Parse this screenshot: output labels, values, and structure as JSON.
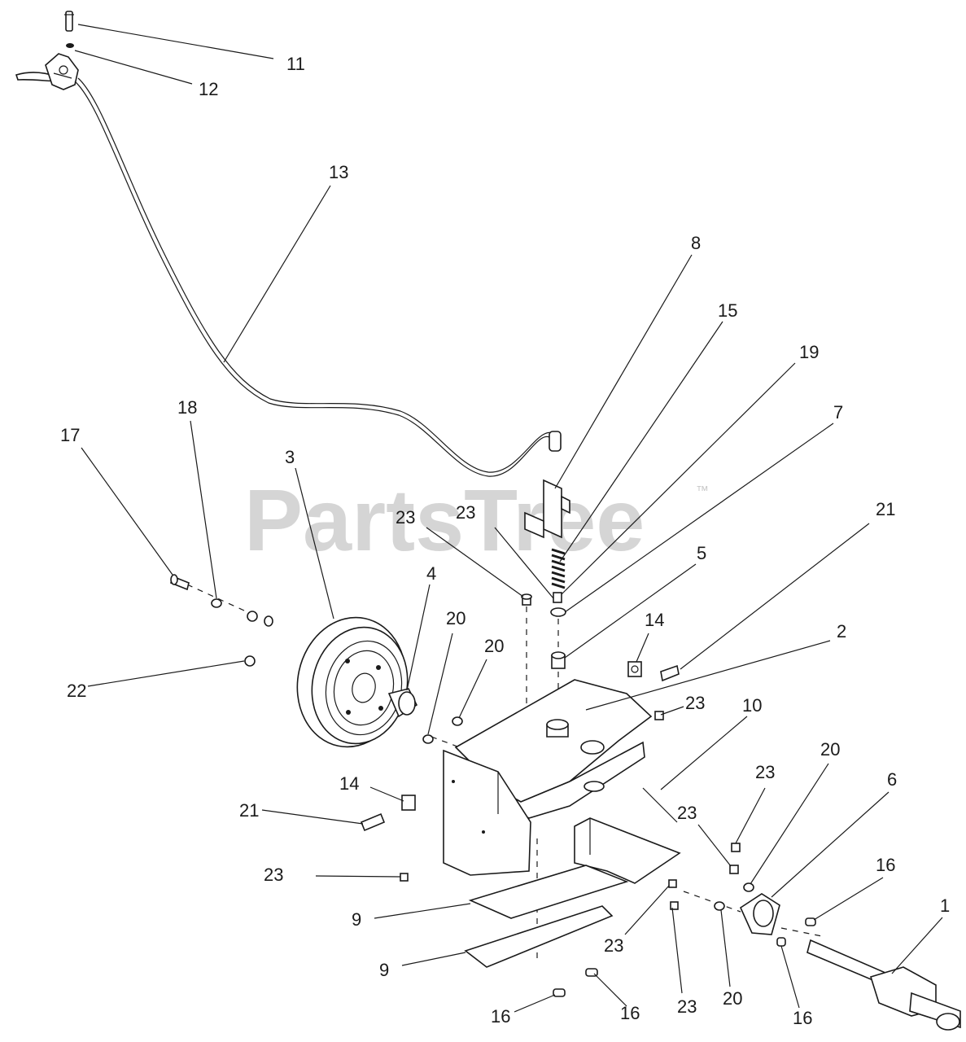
{
  "watermark": {
    "text": "PartsTree",
    "trademark": "™",
    "color": "#c8c8c8"
  },
  "callouts": [
    {
      "id": "c11",
      "label": "11"
    },
    {
      "id": "c12",
      "label": "12"
    },
    {
      "id": "c13",
      "label": "13"
    },
    {
      "id": "c8",
      "label": "8"
    },
    {
      "id": "c15",
      "label": "15"
    },
    {
      "id": "c19",
      "label": "19"
    },
    {
      "id": "c7",
      "label": "7"
    },
    {
      "id": "c21a",
      "label": "21"
    },
    {
      "id": "c5",
      "label": "5"
    },
    {
      "id": "c23a",
      "label": "23"
    },
    {
      "id": "c23b",
      "label": "23"
    },
    {
      "id": "c18",
      "label": "18"
    },
    {
      "id": "c17",
      "label": "17"
    },
    {
      "id": "c3",
      "label": "3"
    },
    {
      "id": "c4",
      "label": "4"
    },
    {
      "id": "c20a",
      "label": "20"
    },
    {
      "id": "c20b",
      "label": "20"
    },
    {
      "id": "c14a",
      "label": "14"
    },
    {
      "id": "c2",
      "label": "2"
    },
    {
      "id": "c22",
      "label": "22"
    },
    {
      "id": "c23c",
      "label": "23"
    },
    {
      "id": "c10",
      "label": "10"
    },
    {
      "id": "c14b",
      "label": "14"
    },
    {
      "id": "c21b",
      "label": "21"
    },
    {
      "id": "c23d",
      "label": "23"
    },
    {
      "id": "c20c",
      "label": "20"
    },
    {
      "id": "c6",
      "label": "6"
    },
    {
      "id": "c23e",
      "label": "23"
    },
    {
      "id": "c23f",
      "label": "23"
    },
    {
      "id": "c16a",
      "label": "16"
    },
    {
      "id": "c1",
      "label": "1"
    },
    {
      "id": "c9a",
      "label": "9"
    },
    {
      "id": "c9b",
      "label": "9"
    },
    {
      "id": "c23g",
      "label": "23"
    },
    {
      "id": "c23h",
      "label": "23"
    },
    {
      "id": "c20d",
      "label": "20"
    },
    {
      "id": "c16b",
      "label": "16"
    },
    {
      "id": "c16c",
      "label": "16"
    },
    {
      "id": "c16d",
      "label": "16"
    }
  ]
}
